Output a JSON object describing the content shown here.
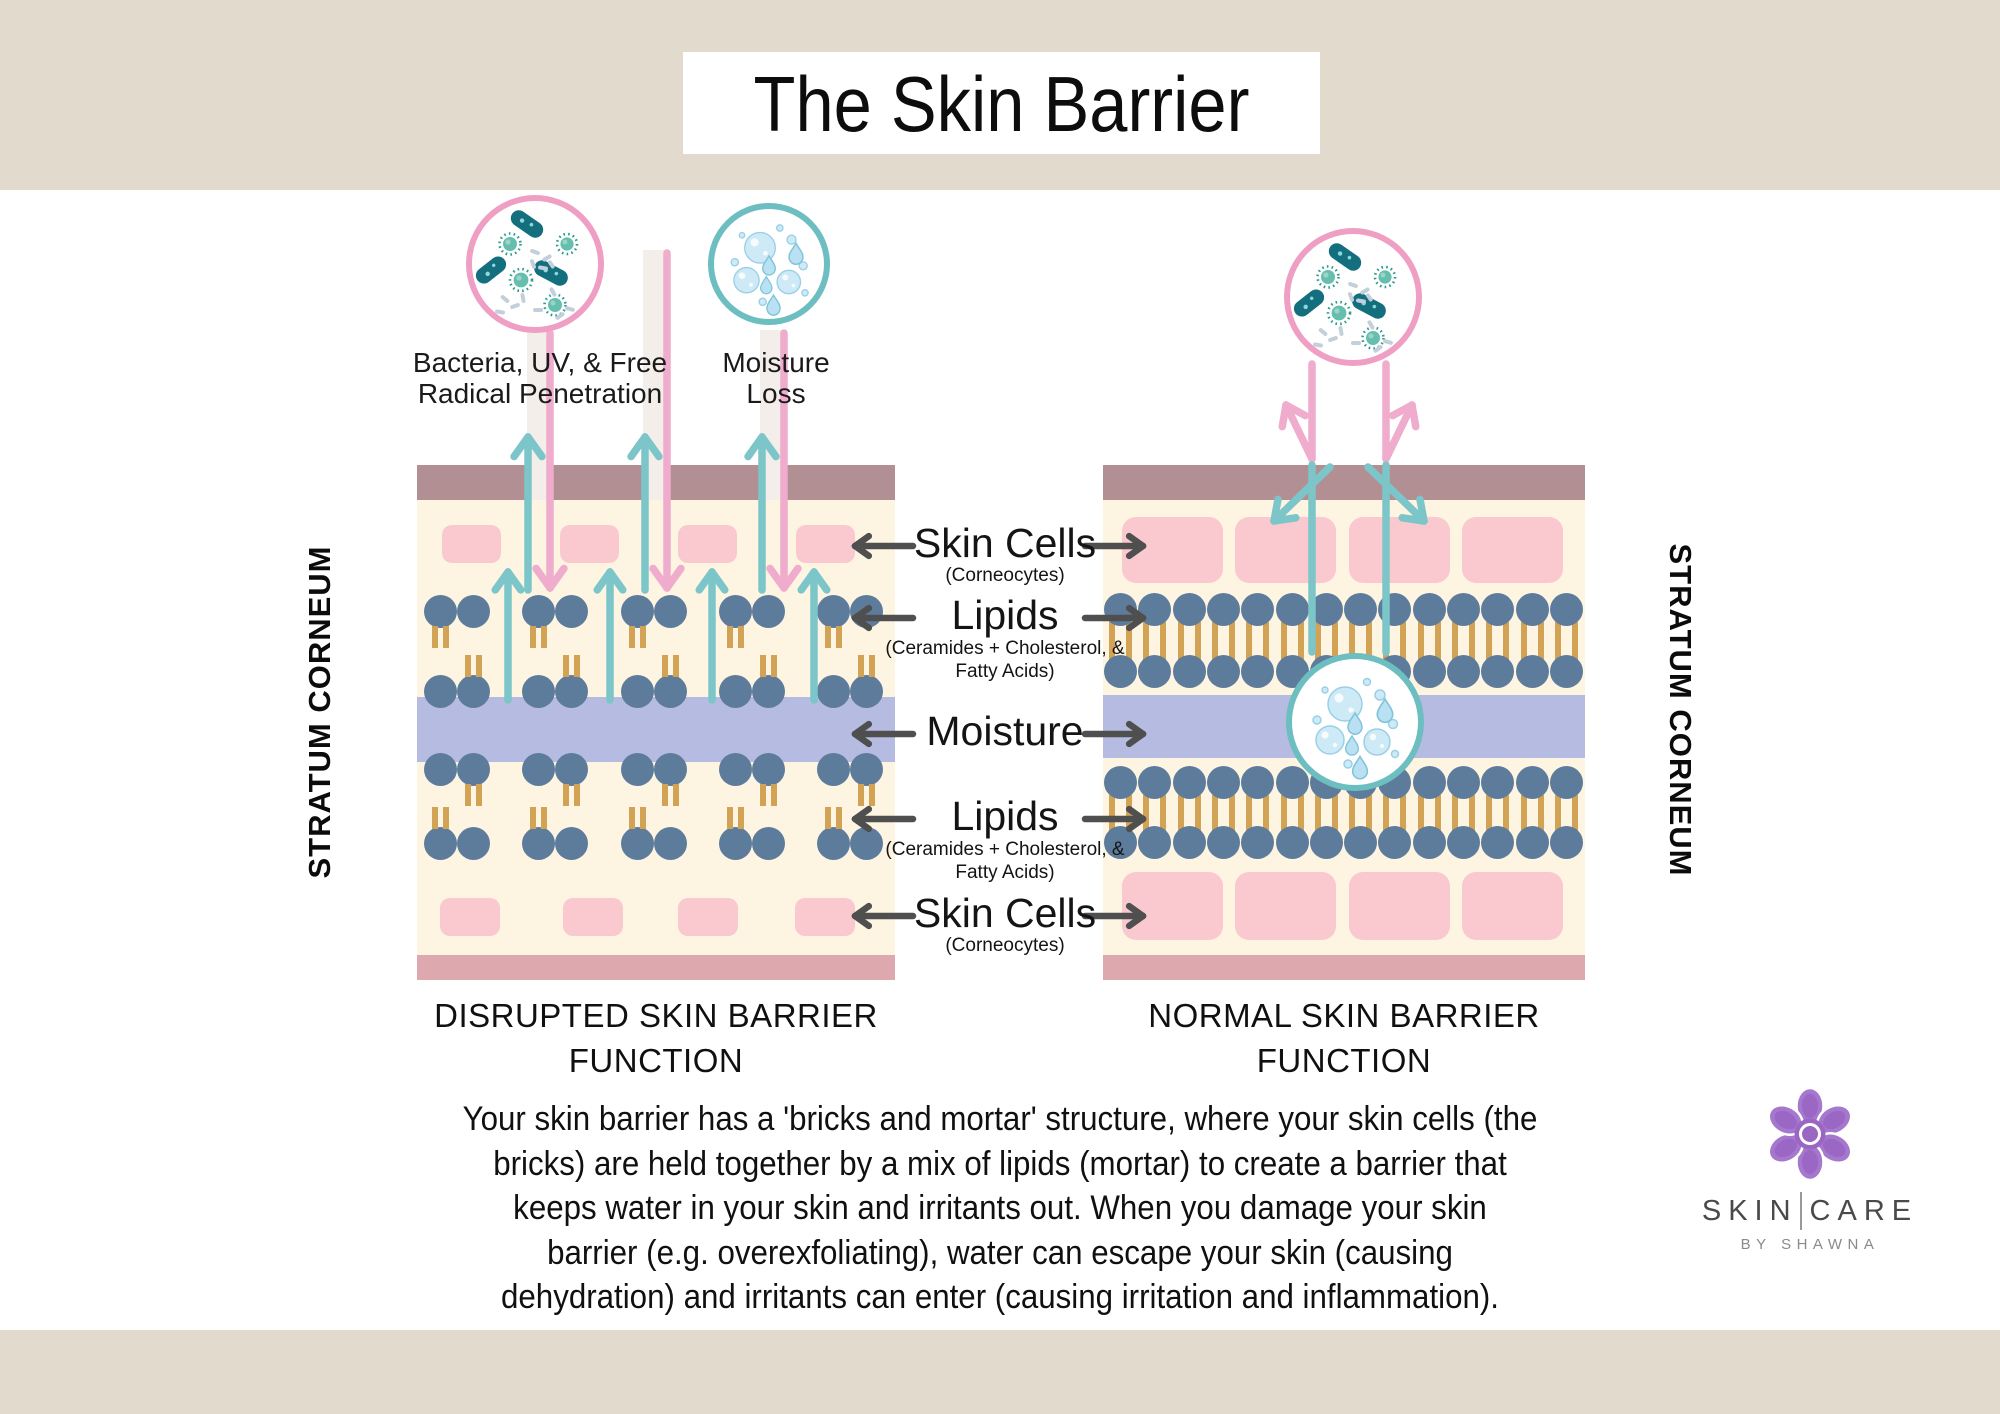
{
  "title": "The Skin Barrier",
  "palette": {
    "beige": "#e2dacc",
    "cream": "#fdf4e2",
    "mauve_bar": "#b28f93",
    "rose_bar": "#dda9ae",
    "pink_cell": "#f9c9cf",
    "lipid": "#5d7b9b",
    "tail": "#d2a355",
    "moisture_band": "#b6bbe2",
    "teal_arrow": "#7cc5c9",
    "pink_arrow": "#efaccd",
    "gap_bar": "#f3eee9",
    "gray_arrow": "#4f4f4f",
    "pink_ring": "#ef9fc4",
    "teal_ring": "#6cbec0",
    "bacteria_dark_teal": "#136f7e",
    "virus_teal": "#5cb8a8",
    "rod_gray": "#c3cfda",
    "bubble_blue": "#cfeaf7",
    "drop_blue": "#b9e1f3",
    "logo_purple": "#9c6ac2"
  },
  "left_diagram": {
    "bacteria_label_line1": "Bacteria, UV, & Free",
    "bacteria_label_line2": "Radical Penetration",
    "moisture_label_line1": "Moisture",
    "moisture_label_line2": "Loss",
    "caption_line1": "DISRUPTED SKIN BARRIER",
    "caption_line2": "FUNCTION",
    "side_label": "STRATUM CORNEUM"
  },
  "right_diagram": {
    "caption_line1": "NORMAL SKIN BARRIER",
    "caption_line2": "FUNCTION",
    "side_label": "STRATUM CORNEUM"
  },
  "center_labels": {
    "rows": [
      {
        "label": "Skin Cells",
        "sub1": "(Corneocytes)",
        "sub2": ""
      },
      {
        "label": "Lipids",
        "sub1": "(Ceramides + Cholesterol, &",
        "sub2": "Fatty Acids)"
      },
      {
        "label": "Moisture",
        "sub1": "",
        "sub2": ""
      },
      {
        "label": "Lipids",
        "sub1": "(Ceramides + Cholesterol, &",
        "sub2": "Fatty Acids)"
      },
      {
        "label": "Skin Cells",
        "sub1": "(Corneocytes)",
        "sub2": ""
      }
    ]
  },
  "paragraph": {
    "lines": [
      "Your skin barrier has a 'bricks and mortar' structure, where your skin cells (the",
      "bricks) are held together by a mix of lipids (mortar) to create a barrier that",
      "keeps water in your skin and irritants out. When you damage your skin",
      "barrier (e.g. overexfoliating), water can escape your skin (causing",
      "dehydration) and irritants can enter (causing irritation and inflammation)."
    ]
  },
  "logo": {
    "brand_left": "SKIN",
    "brand_right": "CARE",
    "tagline": "BY SHAWNA"
  }
}
